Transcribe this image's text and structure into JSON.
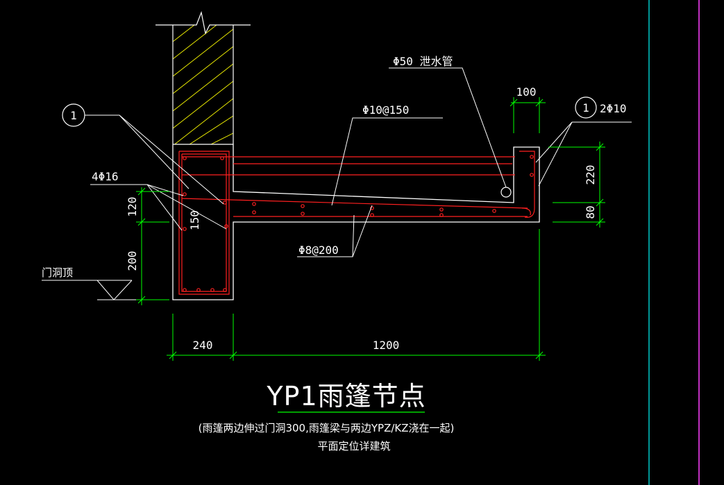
{
  "drawing": {
    "title": "YP1雨篷节点",
    "note_line1": "(雨篷两边伸过门洞300,雨篷梁与两边YPZ/KZ浇在一起)",
    "note_line2": "平面定位详建筑"
  },
  "labels": {
    "drain_pipe": "Φ50 泄水管",
    "top_bar": "Φ10@150",
    "bottom_bar": "Φ8@200",
    "beam_bars": "4Φ16",
    "edge_bars": "2Φ10",
    "door_top": "门洞顶",
    "bubble_left": "1",
    "bubble_right": "1",
    "slant_dim": "150"
  },
  "dimensions": {
    "horizontal": [
      "240",
      "1200"
    ],
    "edge_width": "100",
    "vertical_left": [
      "120",
      "200"
    ],
    "vertical_right": [
      "220",
      "80"
    ]
  },
  "colors": {
    "background": "#000000",
    "outline": "#ffffff",
    "rebar": "#ff2020",
    "dimension": "#00ff00",
    "hatch": "#e8e800",
    "frame_cyan": "#00c8c8",
    "frame_magenta": "#ff40ff"
  }
}
